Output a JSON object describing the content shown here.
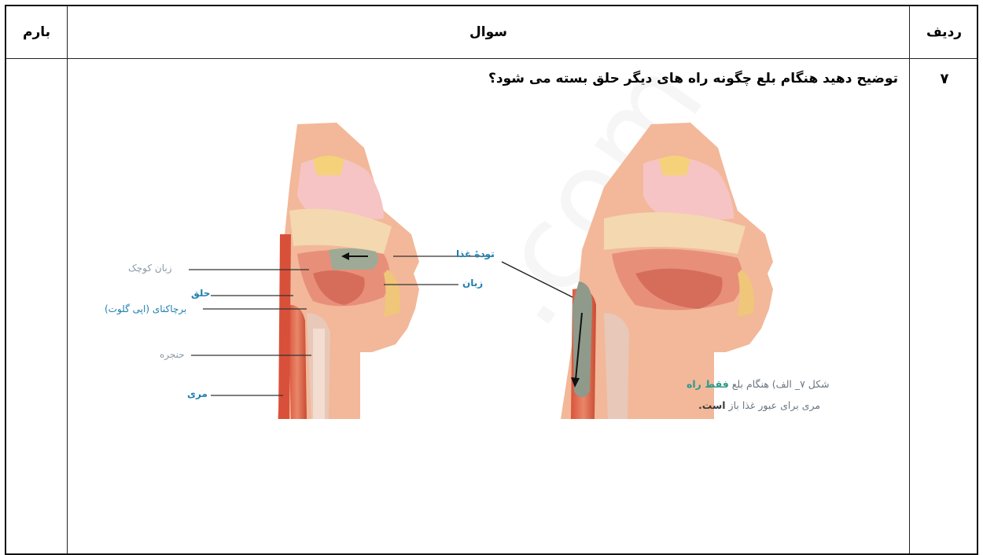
{
  "header": {
    "score_label": "بارم",
    "question_label": "سوال",
    "row_label": "ردیف"
  },
  "question": {
    "number": "۷",
    "text": "توضیح دهید هنگام بلع چگونه راه های دیگر حلق بسته می شود؟"
  },
  "figure": {
    "labels_left": {
      "uvula": "زبان کوچک",
      "pharynx": "حلق",
      "epiglottis": "برچاکنای (اپی گلوت)",
      "larynx": "حنجره",
      "esophagus": "مری"
    },
    "labels_right": {
      "bolus": "تودهٔ غذا",
      "tongue": "زبان"
    },
    "caption": {
      "part1": "شکل ۷_ الف) هنگام بلع ",
      "bold1": "فقط راه",
      "part2": "مری برای عبور غذا باز ",
      "bold2": "است."
    }
  },
  "colors": {
    "border": "#111111",
    "label_blue": "#1f7fb0",
    "label_gray": "#8a9aa6",
    "caption_accent": "#2a9a8a"
  }
}
